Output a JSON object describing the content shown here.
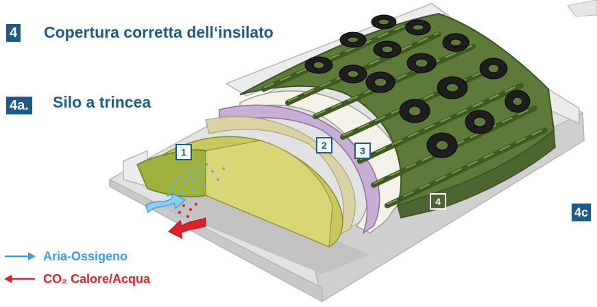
{
  "header": {
    "section_number": "4",
    "section_title": "Copertura corretta dell‘insilato",
    "subsection_number": "4a.",
    "subsection_title": "Silo a trincea",
    "next_badge": "4c"
  },
  "markers": [
    "1",
    "2",
    "3",
    "4"
  ],
  "legend": [
    {
      "label": "Aria-Ossigeno",
      "color": "#3a9fd8",
      "direction": "right",
      "icon": "arrow-right-icon"
    },
    {
      "label": "CO₂ Calore/Acqua",
      "color": "#e0202a",
      "direction": "left",
      "icon": "arrow-left-icon"
    }
  ],
  "colors": {
    "brand_blue": "#1d5a85",
    "tarp_green": "#5d7a3a",
    "tire_black": "#1e1e1e",
    "silage_yellow": "#c9c85f",
    "film_purple": "#c7aed4",
    "protection_white": "#f4f1e6",
    "concrete": "#dcdcdc"
  }
}
